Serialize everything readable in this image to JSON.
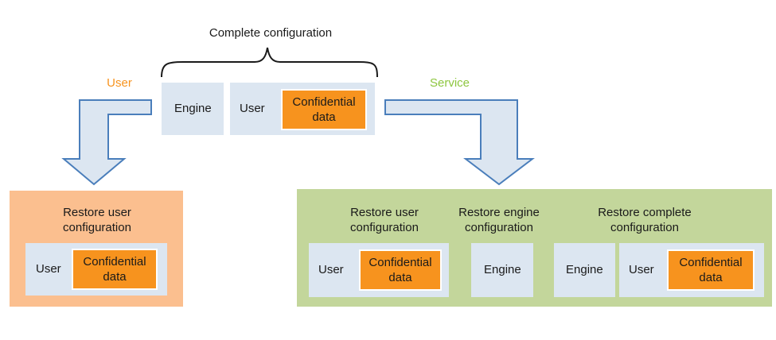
{
  "top": {
    "title": "Complete configuration",
    "engine_label": "Engine",
    "user_label": "User",
    "confidential_label": "Confidential data"
  },
  "arrows": {
    "user_label": "User",
    "service_label": "Service"
  },
  "user_panel": {
    "title": "Restore user configuration",
    "user_label": "User",
    "confidential_label": "Confidential data"
  },
  "service_panel": {
    "restore_user": {
      "title": "Restore user configuration",
      "user_label": "User",
      "confidential_label": "Confidential data"
    },
    "restore_engine": {
      "title": "Restore engine configuration",
      "engine_label": "Engine"
    },
    "restore_complete": {
      "title": "Restore complete configuration",
      "engine_label": "Engine",
      "user_label": "User",
      "confidential_label": "Confidential data"
    }
  },
  "colors": {
    "user_accent": "#f7931e",
    "service_accent": "#8dc63f",
    "user_panel_bg": "#fbbf8f",
    "service_panel_bg": "#c3d69b",
    "box_bg": "#dce6f1",
    "arrow_fill": "#dce6f1",
    "arrow_stroke": "#4a7ebb"
  }
}
